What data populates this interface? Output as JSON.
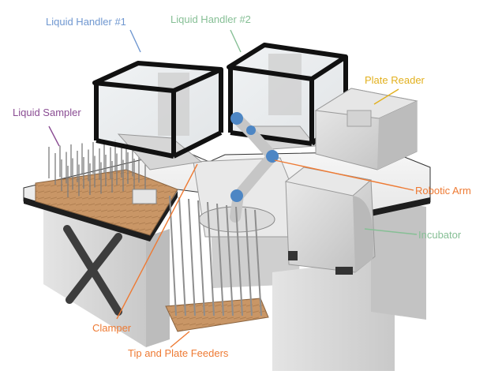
{
  "labels": {
    "liquid_handler_1": "Liquid Handler #1",
    "liquid_handler_2": "Liquid Handler #2",
    "plate_reader": "Plate Reader",
    "liquid_sampler": "Liquid Sampler",
    "robotic_arm": "Robotic Arm",
    "incubator": "Incubator",
    "clamper": "Clamper",
    "tip_and_plate_feeders": "Tip and Plate Feeders"
  },
  "colors": {
    "liquid_handler_1": "#6f97d0",
    "liquid_handler_2": "#86bf95",
    "plate_reader": "#e2b01e",
    "liquid_sampler": "#8a4c93",
    "robotic_arm": "#ee7a33",
    "incubator": "#86bf95",
    "clamper": "#ee7a33",
    "tip_and_plate_feeders": "#ee7a33",
    "table_top": "#f2f2f2",
    "table_edge": "#222222",
    "cabinet": "#d7d7d7",
    "frame": "#1a1a1a",
    "wood": "#c99666",
    "arm_joint": "#4d86c4"
  }
}
